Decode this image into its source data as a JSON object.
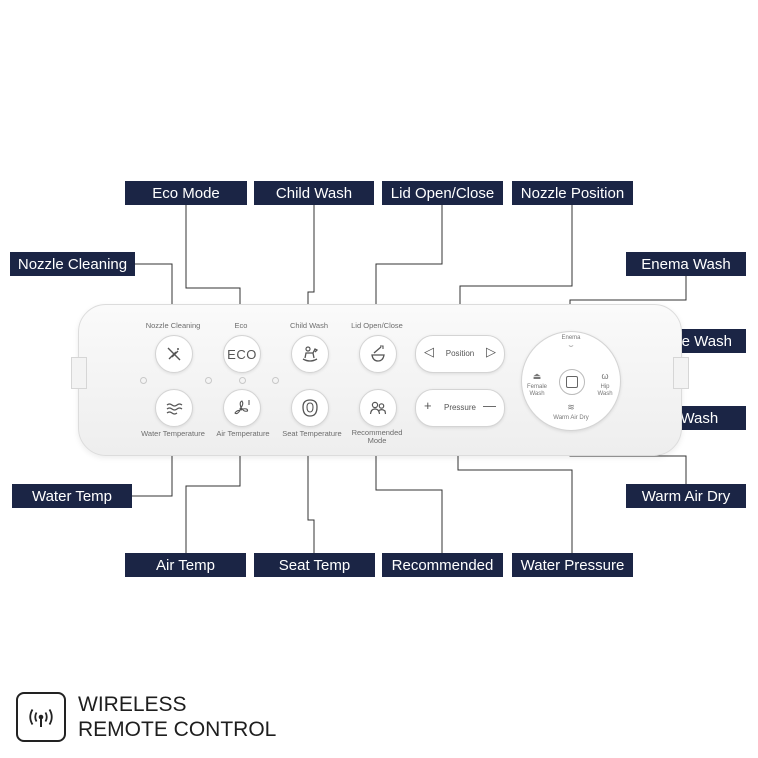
{
  "callouts": {
    "eco_mode": "Eco Mode",
    "child_wash": "Child Wash",
    "lid_open_close": "Lid Open/Close",
    "nozzle_position": "Nozzle Position",
    "nozzle_cleaning": "Nozzle Cleaning",
    "enema_wash": "Enema Wash",
    "female_wash": "Female Wash",
    "hip_wash": "Hip Wash",
    "water_temp": "Water Temp",
    "warm_air_dry": "Warm Air Dry",
    "air_temp": "Air Temp",
    "seat_temp": "Seat Temp",
    "recommended": "Recommended",
    "water_pressure": "Water Pressure"
  },
  "remote": {
    "nozzle_cleaning": "Nozzle Cleaning",
    "eco": "Eco",
    "eco_icon_text": "ECO",
    "child_wash": "Child Wash",
    "lid_open_close": "Lid Open/Close",
    "position": "Position",
    "water_temperature": "Water Temperature",
    "air_temperature": "Air Temperature",
    "seat_temperature": "Seat Temperature",
    "recommended_mode_1": "Recommended",
    "recommended_mode_2": "Mode",
    "pressure": "Pressure",
    "plus": "+",
    "minus": "—",
    "left_arrow": "◁",
    "right_arrow": "▷",
    "dial": {
      "enema": "Enema",
      "female_1": "Female",
      "female_2": "Wash",
      "hip_1": "Hip",
      "hip_2": "Wash",
      "warm_air_dry": "Warm Air Dry"
    }
  },
  "brand": {
    "line1": "WIRELESS",
    "line2": "REMOTE CONTROL"
  },
  "colors": {
    "callout_bg": "#1b2545",
    "callout_text": "#ffffff",
    "leader_line": "#333333",
    "remote_body": "#f4f4f4"
  }
}
